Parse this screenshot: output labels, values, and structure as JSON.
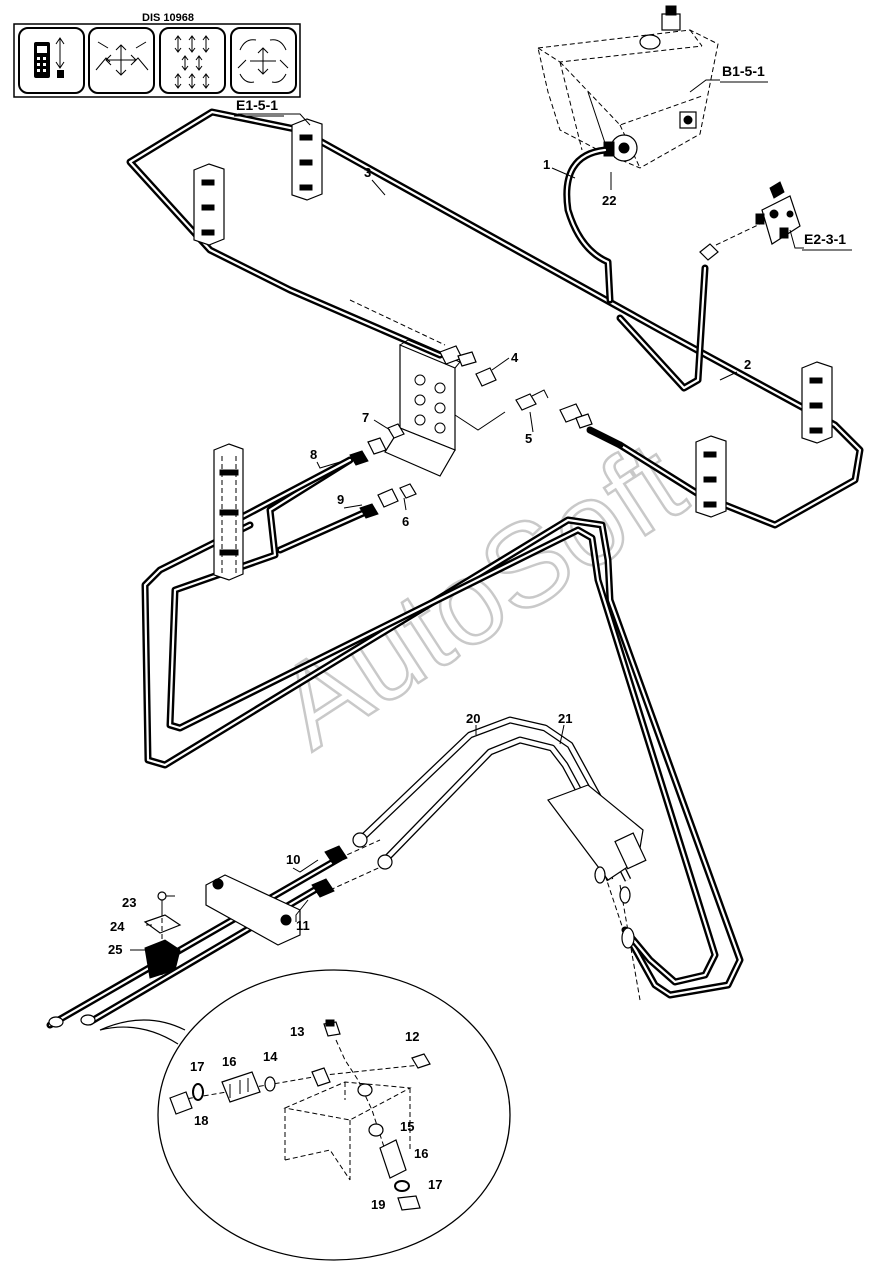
{
  "header": {
    "code": "DIS 10968"
  },
  "icons": [
    {
      "name": "remote-control-icon"
    },
    {
      "name": "machine-movements-icon"
    },
    {
      "name": "control-arrows-icon"
    },
    {
      "name": "boom-rotation-icon"
    }
  ],
  "references": {
    "tank": "B1-5-1",
    "clamp": "E1-5-1",
    "valve": "E2-3-1"
  },
  "callouts": [
    "1",
    "2",
    "3",
    "4",
    "5",
    "6",
    "7",
    "8",
    "9",
    "10",
    "11",
    "12",
    "13",
    "14",
    "15",
    "16",
    "16",
    "17",
    "17",
    "18",
    "19",
    "20",
    "21",
    "22",
    "23",
    "24",
    "25"
  ],
  "watermark": "AutoSoft"
}
